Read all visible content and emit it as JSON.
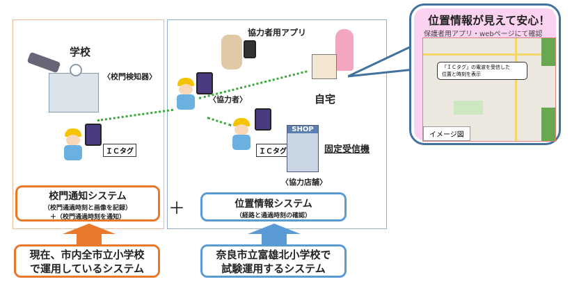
{
  "school_panel": {
    "school_label": "学校",
    "detector_label": "〈校門検知器〉",
    "ic_tag": "ＩＣタグ"
  },
  "location_panel": {
    "app_label": "協力者用アプリ",
    "cooperator_label": "〈協力者〉",
    "home_label": "自宅",
    "ic_tag": "ＩＣタグ",
    "receiver_label": "固定受信機",
    "store_label": "〈協力店舗〉",
    "shop_sign": "SHOP"
  },
  "gate_system": {
    "title": "校門通知システム",
    "line1": "（校門通過時刻と画像を記録）",
    "line2": "＋（校門通過時刻を通知）"
  },
  "plus": "＋",
  "location_system": {
    "title": "位置情報システム",
    "sub": "（経路と通過時刻の確認）"
  },
  "bottom_left": {
    "line1": "現在、市内全市立小学校",
    "line2": "で運用しているシステム"
  },
  "bottom_right": {
    "line1": "奈良市立富雄北小学校で",
    "line2": "試験運用するシステム"
  },
  "callout": {
    "title": "位置情報が見えて安心！",
    "subtitle": "保護者用アプリ・webページにて確認",
    "map_note_line1": "「ＩＣタグ」の電波を受信した",
    "map_note_line2": "位置と時刻を表示",
    "image_label": "イメージ図"
  },
  "colors": {
    "orange": "#e8782a",
    "blue": "#5b9bd5",
    "callout_border": "#41719c",
    "callout_fill": "#fbd3f0",
    "dots": "#3aa83a"
  }
}
